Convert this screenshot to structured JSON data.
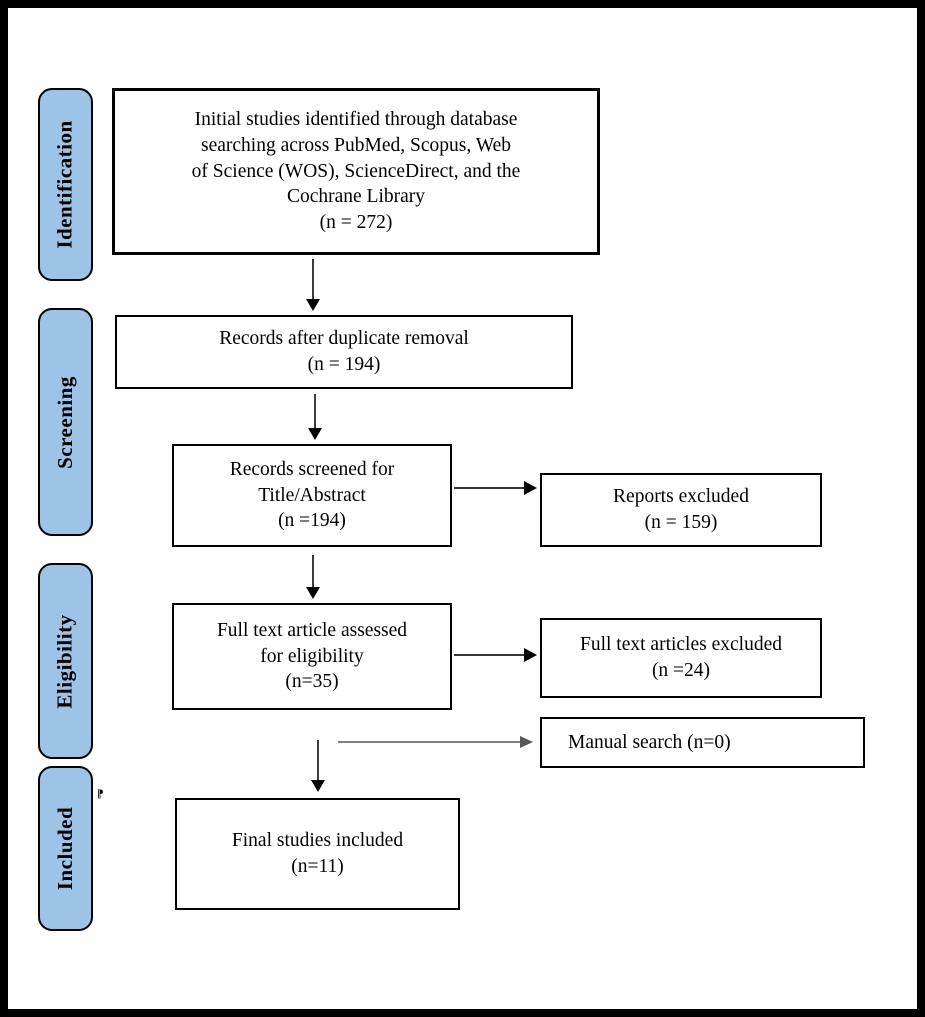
{
  "title": "PRISMA study selection flow diagram",
  "colors": {
    "stage_fill": "#9DC3E6",
    "border": "#000000",
    "arrow_dark": "#1a1a1a",
    "arrow_gray": "#595959"
  },
  "stages": [
    {
      "label": "Identification"
    },
    {
      "label": "Screening"
    },
    {
      "label": "Eligibility"
    },
    {
      "label": "Included"
    }
  ],
  "boxes": {
    "initial": {
      "lines": [
        "Initial studies identified through database",
        "searching across PubMed, Scopus, Web",
        "of Science (WOS), ScienceDirect, and the",
        "Cochrane Library",
        "(n = 272)"
      ]
    },
    "duplicates": {
      "lines": [
        "Records after duplicate removal",
        "(n = 194)"
      ]
    },
    "screened": {
      "lines": [
        "Records screened for",
        "Title/Abstract",
        "(n =194)"
      ]
    },
    "reports_excluded": {
      "lines": [
        "Reports excluded",
        "(n = 159)"
      ]
    },
    "fulltext": {
      "lines": [
        "Full text article assessed",
        "for eligibility",
        "(n=35)"
      ]
    },
    "fulltext_excluded": {
      "lines": [
        "Full text articles excluded",
        "(n =24)"
      ]
    },
    "manual_search": {
      "lines": [
        "Manual search (n=0)"
      ]
    },
    "final": {
      "lines": [
        "Final studies included",
        "(n=11)"
      ]
    }
  },
  "marks": {
    "paragraph_mark": "¶"
  }
}
